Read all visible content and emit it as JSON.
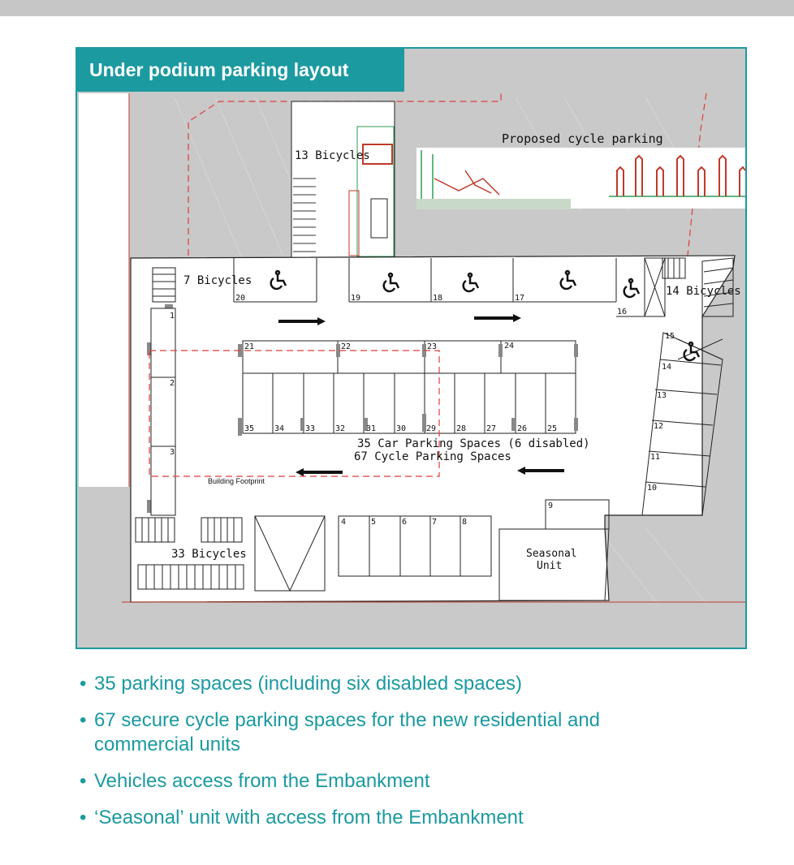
{
  "title": "Under podium parking layout",
  "colors": {
    "accent": "#1b9aa0",
    "footprint": "#e03c3c"
  },
  "plan": {
    "cycle_area_labels": [
      "13 Bicycles",
      "7 Bicycles",
      "14 Bicycles",
      "33 Bicycles"
    ],
    "proposed_label": "Proposed cycle parking",
    "footprint_label": "Building Footprint",
    "summary_line1": "35 Car Parking Spaces (6 disabled)",
    "summary_line2": "67 Cycle Parking Spaces",
    "seasonal_line1": "Seasonal",
    "seasonal_line2": "Unit",
    "space_numbers": [
      "1",
      "2",
      "3",
      "4",
      "5",
      "6",
      "7",
      "8",
      "9",
      "10",
      "11",
      "12",
      "13",
      "14",
      "15",
      "16",
      "17",
      "18",
      "19",
      "20",
      "21",
      "22",
      "23",
      "24",
      "25",
      "26",
      "27",
      "28",
      "29",
      "30",
      "31",
      "32",
      "33",
      "34",
      "35"
    ],
    "icons": [
      "wheelchair-icon",
      "arrow-right-icon",
      "arrow-left-icon"
    ]
  },
  "bullets": [
    "35 parking spaces (including six disabled spaces)",
    "67 secure cycle parking spaces for the new residential and commercial units",
    "Vehicles access from the Embankment",
    "‘Seasonal’ unit with access from the Embankment"
  ]
}
